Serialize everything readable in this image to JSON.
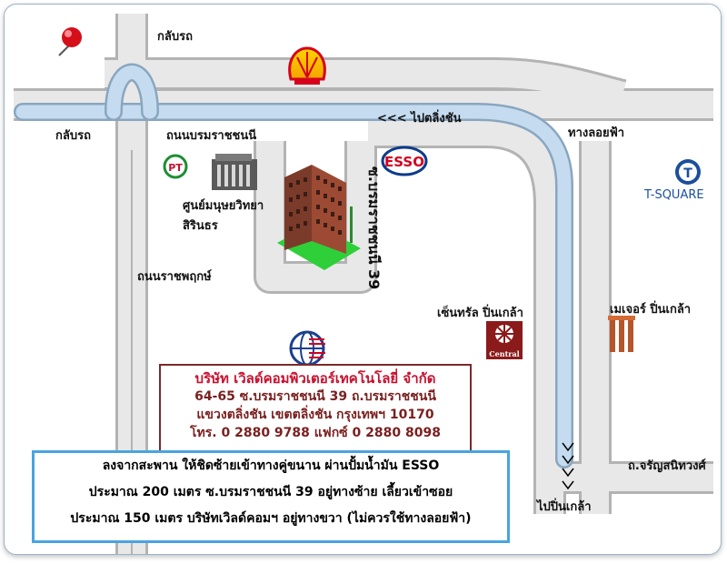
{
  "labels": {
    "u_turn_top": "กลับรถ",
    "u_turn_left": "กลับรถ",
    "road_borom": "ถนนบรมราชชนนี",
    "to_taling_chan": "<<< ไปตลิ่งชัน",
    "expressway": "ทางลอยฟ้า",
    "soi_39": "ซ.บรมราชชนนี 39",
    "science_center_line1": "ศูนย์มนุษยวิทยา",
    "science_center_line2": "สิรินธร",
    "road_ratchaphruek": "ถนนราชพฤกษ์",
    "central": "เซ็นทรัล ปิ่นเกล้า",
    "major": "เมเจอร์ ปิ่นเกล้า",
    "t_square": "T-SQUARE",
    "charansanitwong": "ถ.จรัญสนิทวงศ์",
    "to_pinklao": "ไปปิ่นเกล้า",
    "esso_logo": "ESSO",
    "central_logo": "Central",
    "pt_logo": "PT",
    "t_logo": "T"
  },
  "company": {
    "name": "บริษัท เวิลด์คอมพิวเตอร์เทคโนโลยี่ จำกัด",
    "address1": "64-65 ซ.บรมราชชนนี 39  ถ.บรมราชชนนี",
    "address2": "แขวงตลิ่งชัน  เขตตลิ่งชัน  กรุงเทพฯ  10170",
    "contact": "โทร. 0 2880 9788  แฟกซ์ 0 2880 8098"
  },
  "directions": {
    "line1": "ลงจากสะพาน  ให้ชิดซ้ายเข้าทางคู่ขนาน  ผ่านปั้มน้ำมัน  ESSO",
    "line2": "ประมาณ 200 เมตร   ซ.บรมราชชนนี 39  อยู่ทางซ้าย   เลี้ยวเข้าซอย",
    "line3": "ประมาณ  150  เมตร  บริษัทเวิลด์คอมฯ  อยู่ทางขวา    (ไม่ควรใช้ทางลอยฟ้า)"
  },
  "colors": {
    "road_fill": "#e8e8e8",
    "road_edge": "#b3b3b3",
    "overpass": "#c5dcf0",
    "company_text": "#c8102e",
    "company_addr": "#7a1f1f",
    "directions_border": "#49a4e0"
  }
}
